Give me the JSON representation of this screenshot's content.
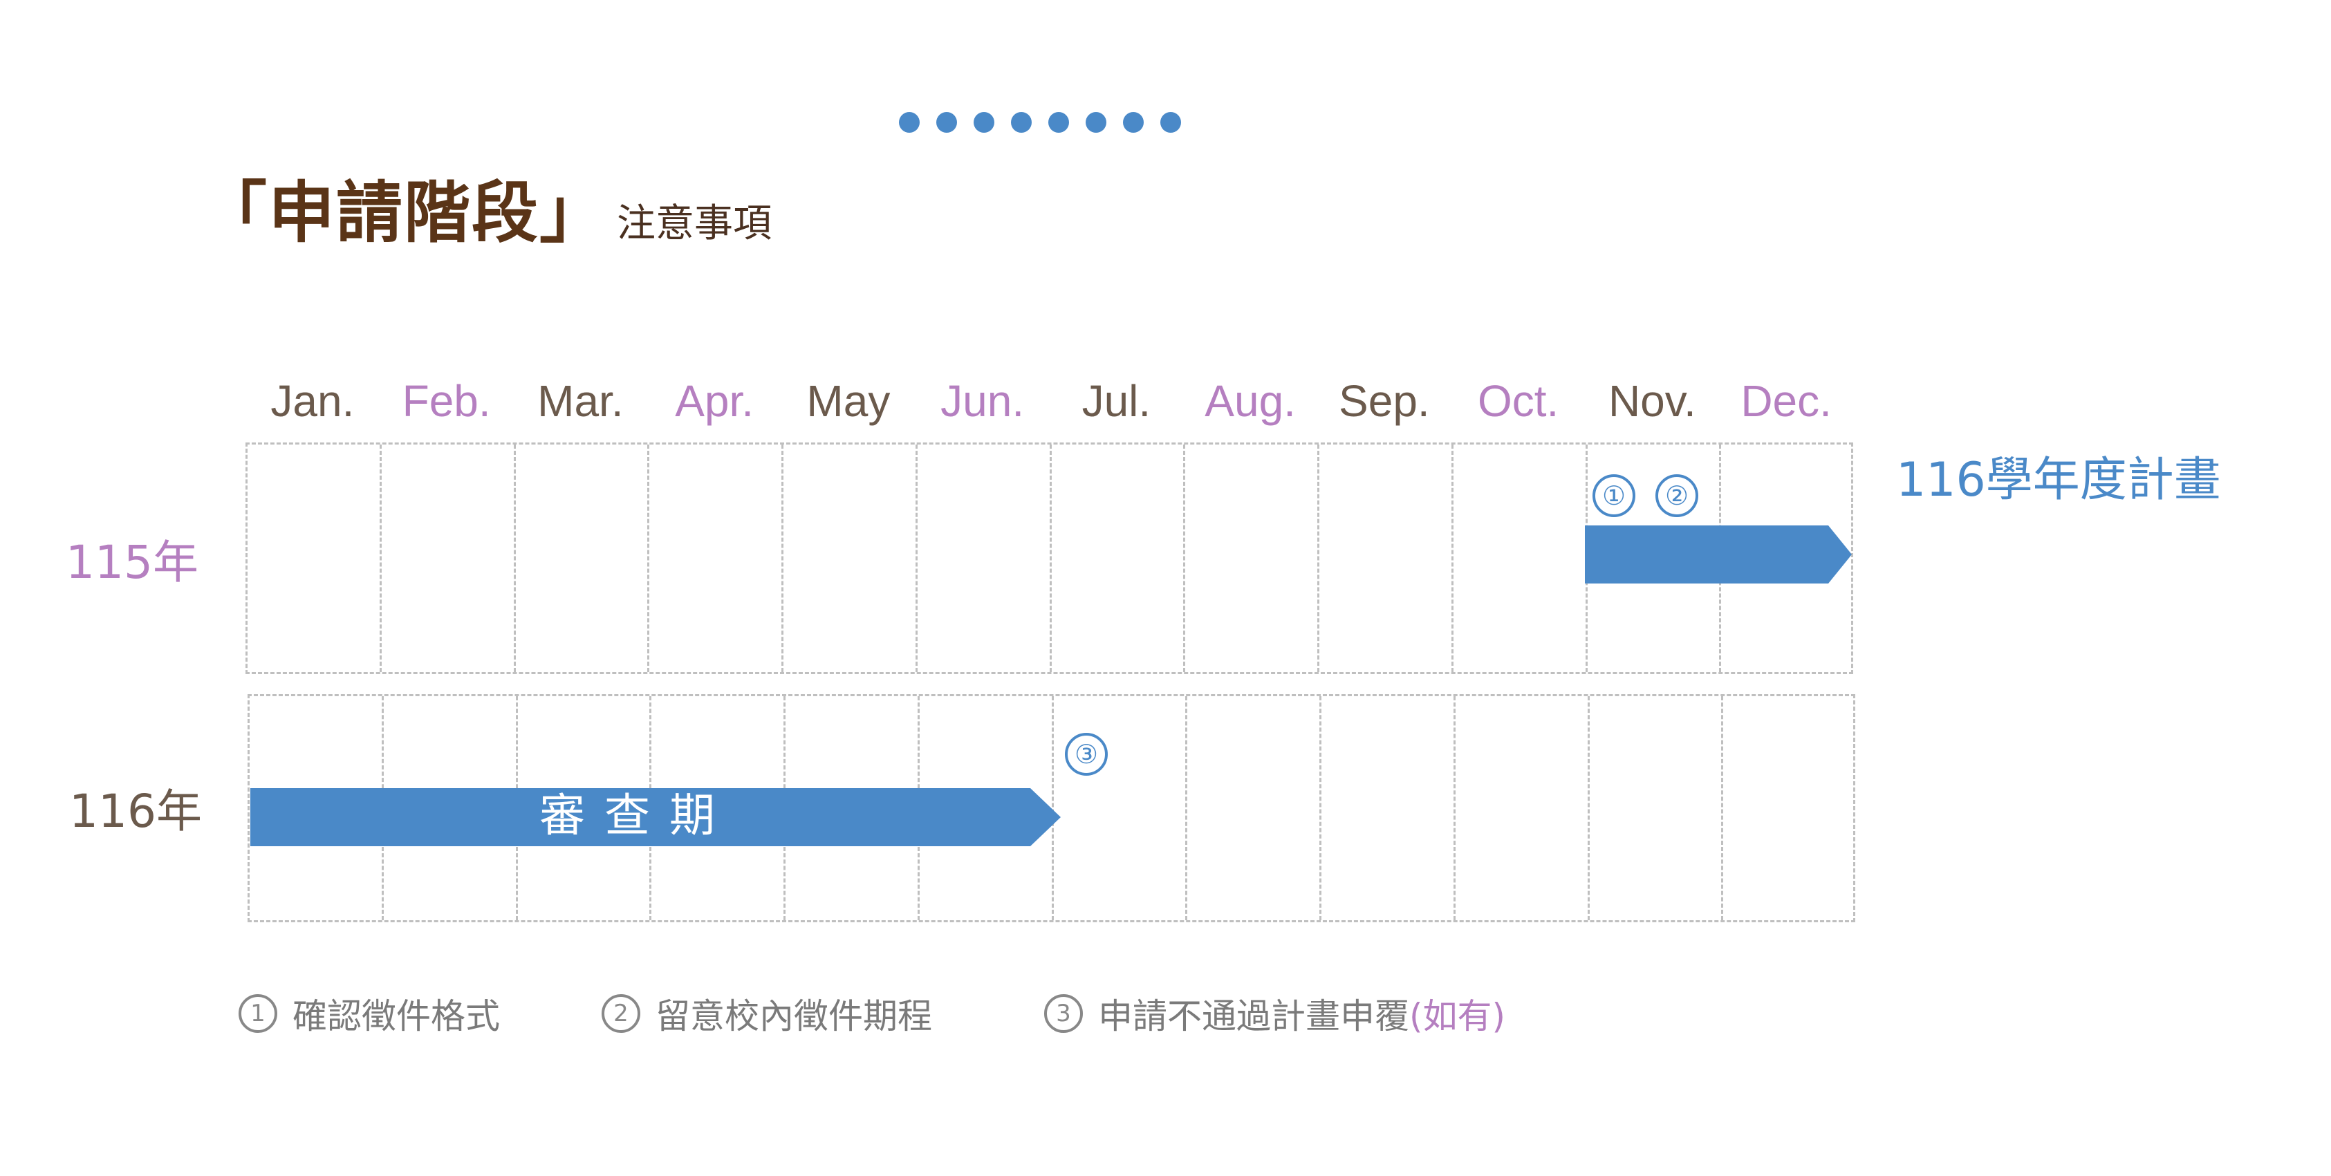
{
  "heading": {
    "main": "「申請階段」",
    "sub": "注意事項"
  },
  "months": [
    {
      "label": "Jan.",
      "color": "#6b5a4c"
    },
    {
      "label": "Feb.",
      "color": "#b57fc0"
    },
    {
      "label": "Mar.",
      "color": "#6b5a4c"
    },
    {
      "label": "Apr.",
      "color": "#b57fc0"
    },
    {
      "label": "May",
      "color": "#6b5a4c"
    },
    {
      "label": "Jun.",
      "color": "#b57fc0"
    },
    {
      "label": "Jul.",
      "color": "#6b5a4c"
    },
    {
      "label": "Aug.",
      "color": "#b57fc0"
    },
    {
      "label": "Sep.",
      "color": "#6b5a4c"
    },
    {
      "label": "Oct.",
      "color": "#b57fc0"
    },
    {
      "label": "Nov.",
      "color": "#6b5a4c"
    },
    {
      "label": "Dec.",
      "color": "#b57fc0"
    }
  ],
  "rows": {
    "year_115": "115年",
    "year_116": "116年"
  },
  "row115": {
    "markers": [
      "①",
      "②"
    ],
    "bar_start_month": "Nov.",
    "bar_end_month": "Dec.",
    "plan_label": "116學年度計畫"
  },
  "row116": {
    "marker": "③",
    "bar_start_month": "Jan.",
    "bar_end_month": "Jun.",
    "bar_label": "審查期"
  },
  "legend": [
    {
      "num": "1",
      "text": "確認徵件格式"
    },
    {
      "num": "2",
      "text": "留意校內徵件期程"
    },
    {
      "num": "3",
      "text": "申請不通過計畫申覆",
      "extra": "(如有)"
    }
  ],
  "colors": {
    "accent_blue": "#4a89c8",
    "purple": "#b57fc0",
    "brown": "#6b5a4c",
    "heading_brown": "#5a3417",
    "grid": "#bfbfbf"
  }
}
